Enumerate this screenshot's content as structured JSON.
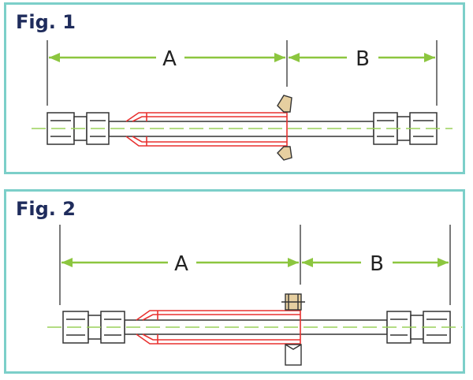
{
  "figures": [
    {
      "title": "Fig. 1",
      "dimension_a": "A",
      "dimension_b": "B"
    },
    {
      "title": "Fig. 2",
      "dimension_a": "A",
      "dimension_b": "B"
    }
  ],
  "colors": {
    "border": "#7ccfc9",
    "title": "#1f2c5c",
    "dimension_arrow": "#8cc63f",
    "sleeve_outline": "#e8312f",
    "centerline": "#9ad15a",
    "part_outline": "#333333",
    "flange_fill": "#e6cfa0"
  }
}
